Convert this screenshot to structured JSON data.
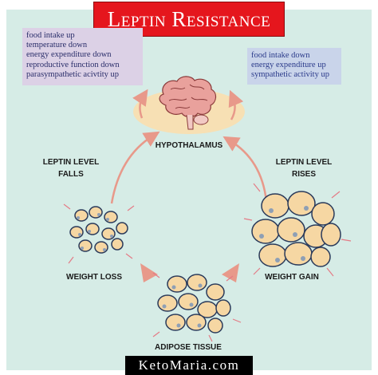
{
  "title": "Leptin Resistance",
  "left_box": {
    "lines": [
      "food intake up",
      "temperature down",
      "energy expenditure down",
      "reproductive function down",
      "parasympathetic acivtity up"
    ]
  },
  "right_box": {
    "lines": [
      "food intake down",
      "energy expenditure up",
      "sympathetic activity up"
    ]
  },
  "labels": {
    "hypothalamus": "HYPOTHALAMUS",
    "leptin_falls": [
      "LEPTIN LEVEL",
      "FALLS"
    ],
    "leptin_rises": [
      "LEPTIN LEVEL",
      "RISES"
    ],
    "weight_loss": "WEIGHT LOSS",
    "weight_gain": "WEIGHT GAIN",
    "adipose_tissue": "ADIPOSE TISSUE"
  },
  "footer": "KetoMaria.com",
  "colors": {
    "background": "#d6ece6",
    "title_red": "#e5161d",
    "arrow": "#e8998a",
    "cell_fill": "#f6d7a3",
    "cell_border": "#8e9fb5",
    "brain": "#e9a19c"
  },
  "icons": [
    "brain-icon",
    "fat-cell-cluster-icon"
  ]
}
